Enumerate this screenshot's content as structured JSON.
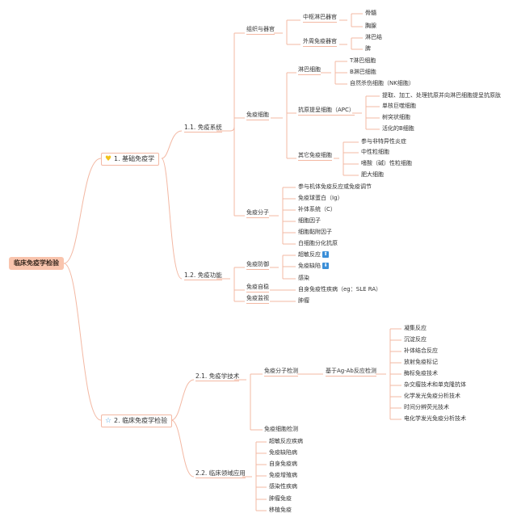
{
  "root": {
    "label": "临床免疫学检验"
  },
  "categories": [
    {
      "label": "1. 基础免疫学",
      "icon": "heart-icon"
    },
    {
      "label": "2. 临床免疫学检验",
      "icon": "star-icon"
    }
  ],
  "sections": {
    "s11": "1.1. 免疫系统",
    "s12": "1.2. 免疫功能",
    "s21": "2.1. 免疫学技术",
    "s22": "2.2. 临床领域应用"
  },
  "organs": {
    "title": "组织与器官",
    "central": {
      "label": "中枢淋巴器官",
      "items": [
        "骨髓",
        "胸腺"
      ]
    },
    "peripheral": {
      "label": "外周免疫器官",
      "items": [
        "淋巴结",
        "脾"
      ]
    }
  },
  "cells": {
    "title": "免疫细胞",
    "lymph": {
      "label": "淋巴细胞",
      "items": [
        "T淋巴细胞",
        "B淋巴细胞",
        "自然杀伤细胞（NK细胞）"
      ]
    },
    "apc": {
      "label": "抗原提呈细胞（APC）",
      "items": [
        "提取、加工、处理抗原并向淋巴细胞提呈抗原肽",
        "单核巨噬细胞",
        "树突状细胞",
        "活化的B细胞"
      ]
    },
    "other": {
      "label": "其它免疫细胞",
      "items": [
        "参与非特异性炎症",
        "中性粒细胞",
        "嗜酸（碱）性粒细胞",
        "肥大细胞"
      ]
    }
  },
  "molecules": {
    "title": "免疫分子",
    "items": [
      "参与机体免疫反应或免疫调节",
      "免疫球蛋白（Ig）",
      "补体系统（C）",
      "细胞因子",
      "细胞黏附因子",
      "白细胞分化抗原"
    ]
  },
  "functions": {
    "defense": {
      "label": "免疫防御",
      "items": [
        "超敏反应",
        "免疫缺陷",
        "感染"
      ],
      "badges": [
        "⬆",
        "⬇"
      ]
    },
    "stability": {
      "label": "免疫自稳",
      "item": "自身免疫性疾病（eg：SLE RA）"
    },
    "surveillance": {
      "label": "免疫监视",
      "item": "肿瘤"
    }
  },
  "techniques": {
    "molecular": {
      "label": "免疫分子检测",
      "sub": "基于Ag-Ab反应检测",
      "items": [
        "凝集反应",
        "沉淀反应",
        "补体结合反应",
        "放射免疫标记",
        "酶标免疫技术",
        "杂交瘤技术和单克隆抗体",
        "化学发光免疫分析技术",
        "时间分辨荧光技术",
        "电化学发光免疫分析技术"
      ]
    },
    "cellular": {
      "label": "免疫细胞检测"
    }
  },
  "clinical": {
    "items": [
      "超敏反应疾病",
      "免疫缺陷病",
      "自身免疫病",
      "免疫增殖病",
      "感染性疾病",
      "肿瘤免疫",
      "移植免疫"
    ]
  },
  "colors": {
    "line": "#f3b8a3",
    "root_fill": "#f9c4ad",
    "up_badge": "#3b8fd8",
    "down_badge": "#3b8fd8",
    "heart": "#f2c21b",
    "star": "#4da3e0"
  }
}
